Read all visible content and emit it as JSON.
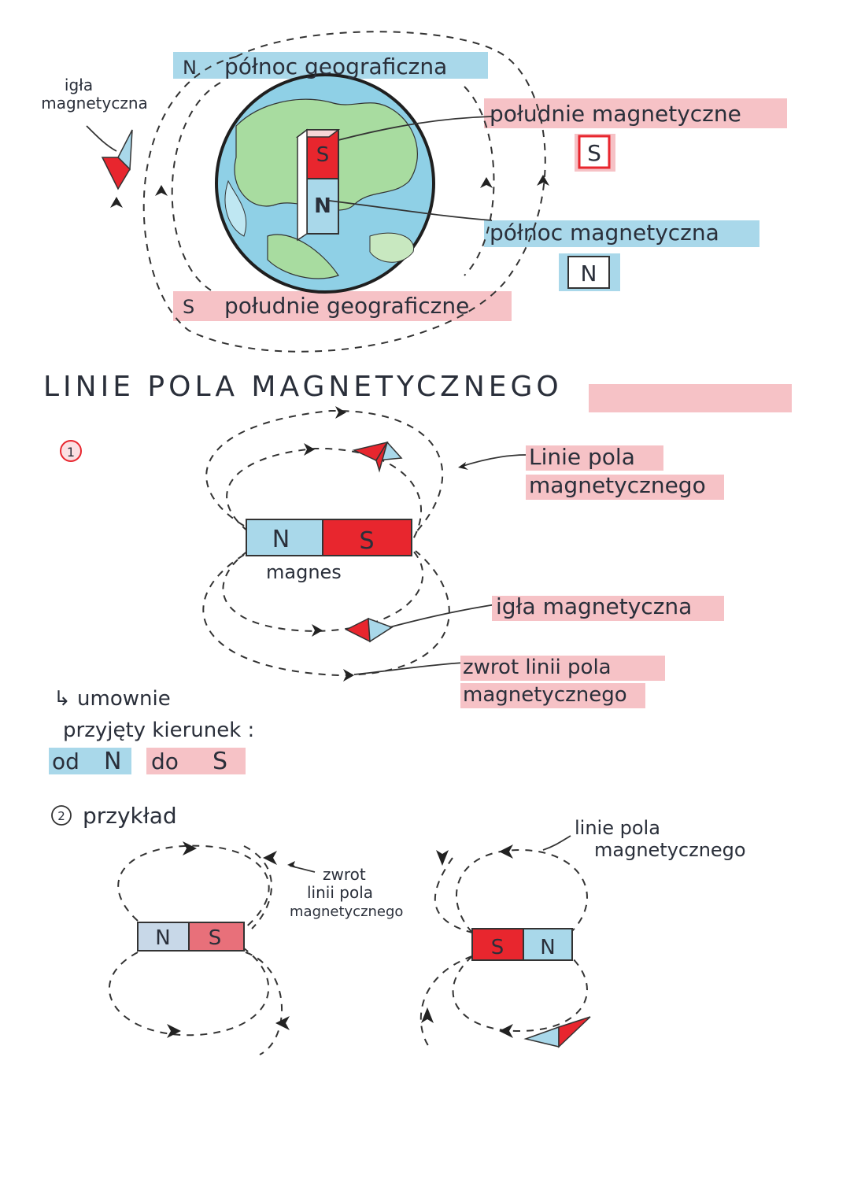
{
  "earth": {
    "needle_label_1": "igła",
    "needle_label_2": "magnetyczna",
    "geo_north_letter": "N",
    "geo_north": "północ geograficzna",
    "geo_south_letter": "S",
    "geo_south": "południe geograficzne",
    "mag_south": "południe magnetyczne",
    "mag_south_box": "S",
    "mag_north": "północ magnetyczna",
    "mag_north_box": "N",
    "magnet_top": "S",
    "magnet_bottom": "N"
  },
  "section_title": "LINIE POLA MAGNETYCZNEGO",
  "example1": {
    "number": "1",
    "magnet_n": "N",
    "magnet_s": "S",
    "magnet_label": "magnes",
    "field_lines_1": "Linie pola",
    "field_lines_2": "magnetycznego",
    "needle": "igła magnetyczna",
    "direction_1": "zwrot linii pola",
    "direction_2": "magnetycznego"
  },
  "convention": {
    "line1": "↳ umownie",
    "line2": "przyjęty kierunek :",
    "from": "od",
    "n": "N",
    "to": "do",
    "s": "S"
  },
  "example2": {
    "number": "2",
    "title": "przykład",
    "left_n": "N",
    "left_s": "S",
    "right_s": "S",
    "right_n": "N",
    "dir_1": "zwrot",
    "dir_2": "linii pola",
    "dir_3": "magnetycznego",
    "lines_1": "linie pola",
    "lines_2": "magnetycznego"
  },
  "colors": {
    "red": "#e8262e",
    "blue": "#a9d8ea",
    "pink": "#f6c2c6",
    "earth_water": "#8fd0e6",
    "earth_land": "#a8dca0"
  }
}
